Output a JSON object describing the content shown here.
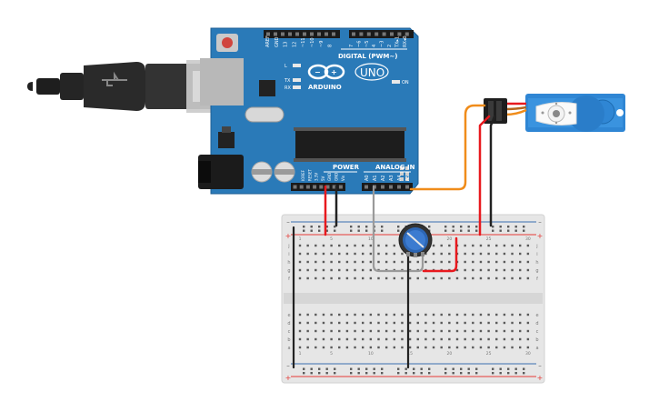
{
  "board": {
    "top_pins": [
      "AREF",
      "GND",
      "13",
      "12",
      "~11",
      "~10",
      "~9",
      "8",
      "7",
      "~6",
      "~5",
      "4",
      "~3",
      "2",
      "TX▸1",
      "RX◂0"
    ],
    "digital_label": "DIGITAL (PWM~)",
    "brand": "ARDUINO",
    "model": "UNO",
    "led_labels": [
      "L",
      "TX",
      "RX"
    ],
    "on_label": "ON",
    "power_label": "POWER",
    "analog_label": "ANALOG IN",
    "power_pins": [
      "IOREF",
      "RESET",
      "3.3V",
      "5V",
      "GND",
      "GND",
      "Vin"
    ],
    "analog_pins": [
      "A0",
      "A1",
      "A2",
      "A3",
      "A4",
      "A5"
    ]
  },
  "breadboard": {
    "row_letters_top": [
      "j",
      "i",
      "h",
      "g",
      "f"
    ],
    "row_letters_bottom": [
      "e",
      "d",
      "c",
      "b",
      "a"
    ],
    "col_numbers": [
      "1",
      "",
      "",
      "",
      "5",
      "",
      "",
      "",
      "",
      "10",
      "",
      "",
      "",
      "",
      "15",
      "",
      "",
      "",
      "",
      "20",
      "",
      "",
      "",
      "",
      "25",
      "",
      "",
      "",
      "",
      "30"
    ],
    "plus_sign": "+",
    "minus_sign": "–"
  },
  "colors": {
    "board": "#2a7ab8",
    "board_dark": "#1d5f95",
    "breadboard": "#e6e6e6",
    "rail_red": "#e53935",
    "rail_blue": "#3a6fb0",
    "wire_red": "#e8191e",
    "wire_black": "#222222",
    "wire_gray": "#9a9a9a",
    "wire_orange": "#f08c1a",
    "servo": "#2f86d4",
    "pot_knob": "#2d66b4"
  }
}
